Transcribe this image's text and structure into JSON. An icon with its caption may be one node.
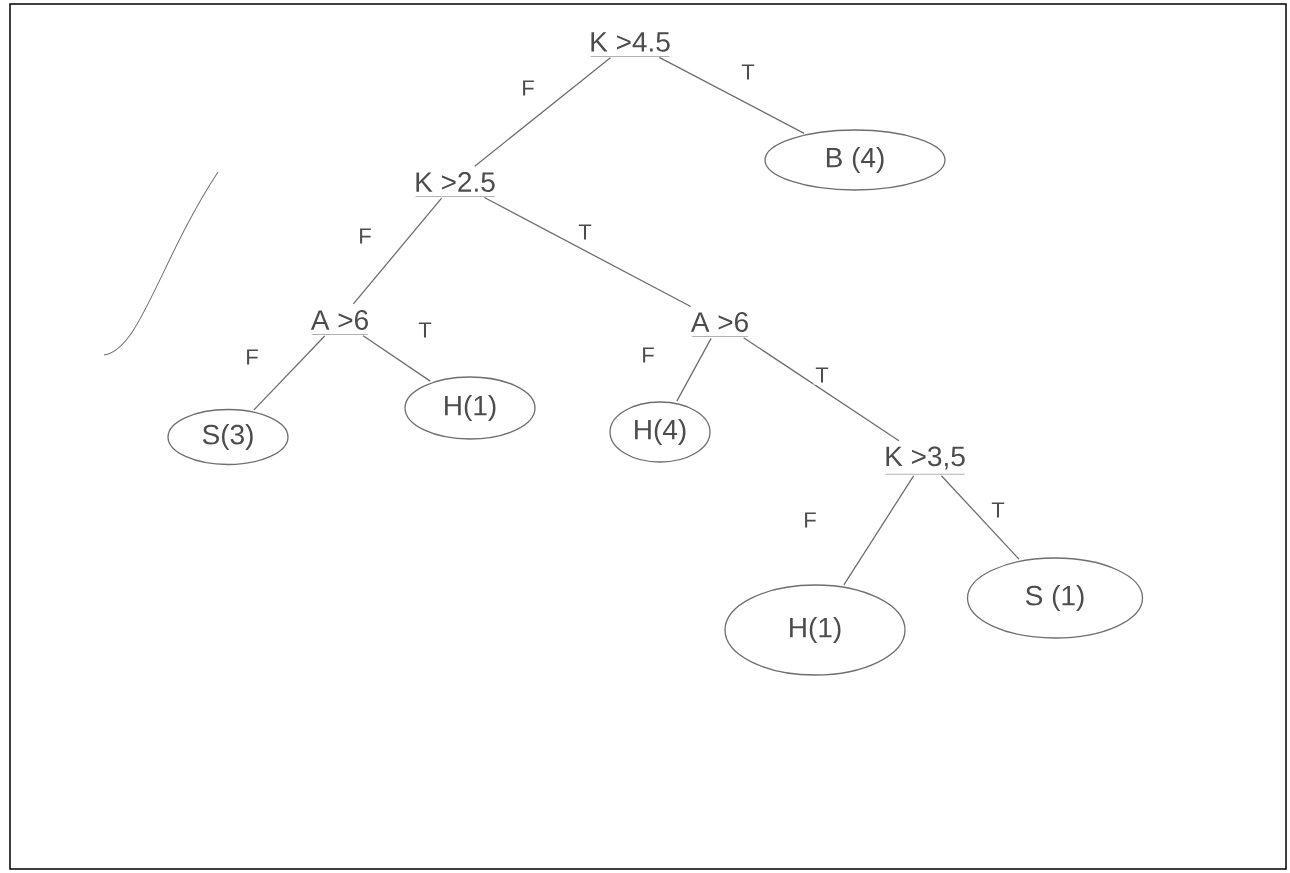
{
  "diagram": {
    "nodes": [
      {
        "text": [
          "K >4.5"
        ]
      },
      {
        "text": [
          "B (4)"
        ]
      },
      {
        "text": [
          "K >2.5"
        ]
      },
      {
        "text": [
          "A >6"
        ]
      },
      {
        "text": [
          "S(3)"
        ]
      },
      {
        "text": [
          "H(1)"
        ]
      },
      {
        "text": [
          "A >6"
        ]
      },
      {
        "text": [
          "H(4)"
        ]
      },
      {
        "text": [
          "K >3,5"
        ]
      },
      {
        "text": [
          "H(1)"
        ]
      },
      {
        "text": [
          "S (1)"
        ]
      }
    ],
    "edges": [
      {
        "from": 0,
        "to": 2,
        "arrow": "none",
        "label": "F"
      },
      {
        "from": 0,
        "to": 1,
        "arrow": "none",
        "label": "T"
      },
      {
        "from": 2,
        "to": 3,
        "arrow": "none",
        "label": "F"
      },
      {
        "from": 2,
        "to": 6,
        "arrow": "none",
        "label": "T"
      },
      {
        "from": 3,
        "to": 4,
        "arrow": "none",
        "label": "F"
      },
      {
        "from": 3,
        "to": 5,
        "arrow": "none",
        "label": "T"
      },
      {
        "from": 6,
        "to": 7,
        "arrow": "none",
        "label": "F"
      },
      {
        "from": 6,
        "to": 8,
        "arrow": "none",
        "label": "T"
      },
      {
        "from": 8,
        "to": 9,
        "arrow": "none",
        "label": "F"
      },
      {
        "from": 8,
        "to": 10,
        "arrow": "none",
        "label": "T"
      }
    ]
  }
}
